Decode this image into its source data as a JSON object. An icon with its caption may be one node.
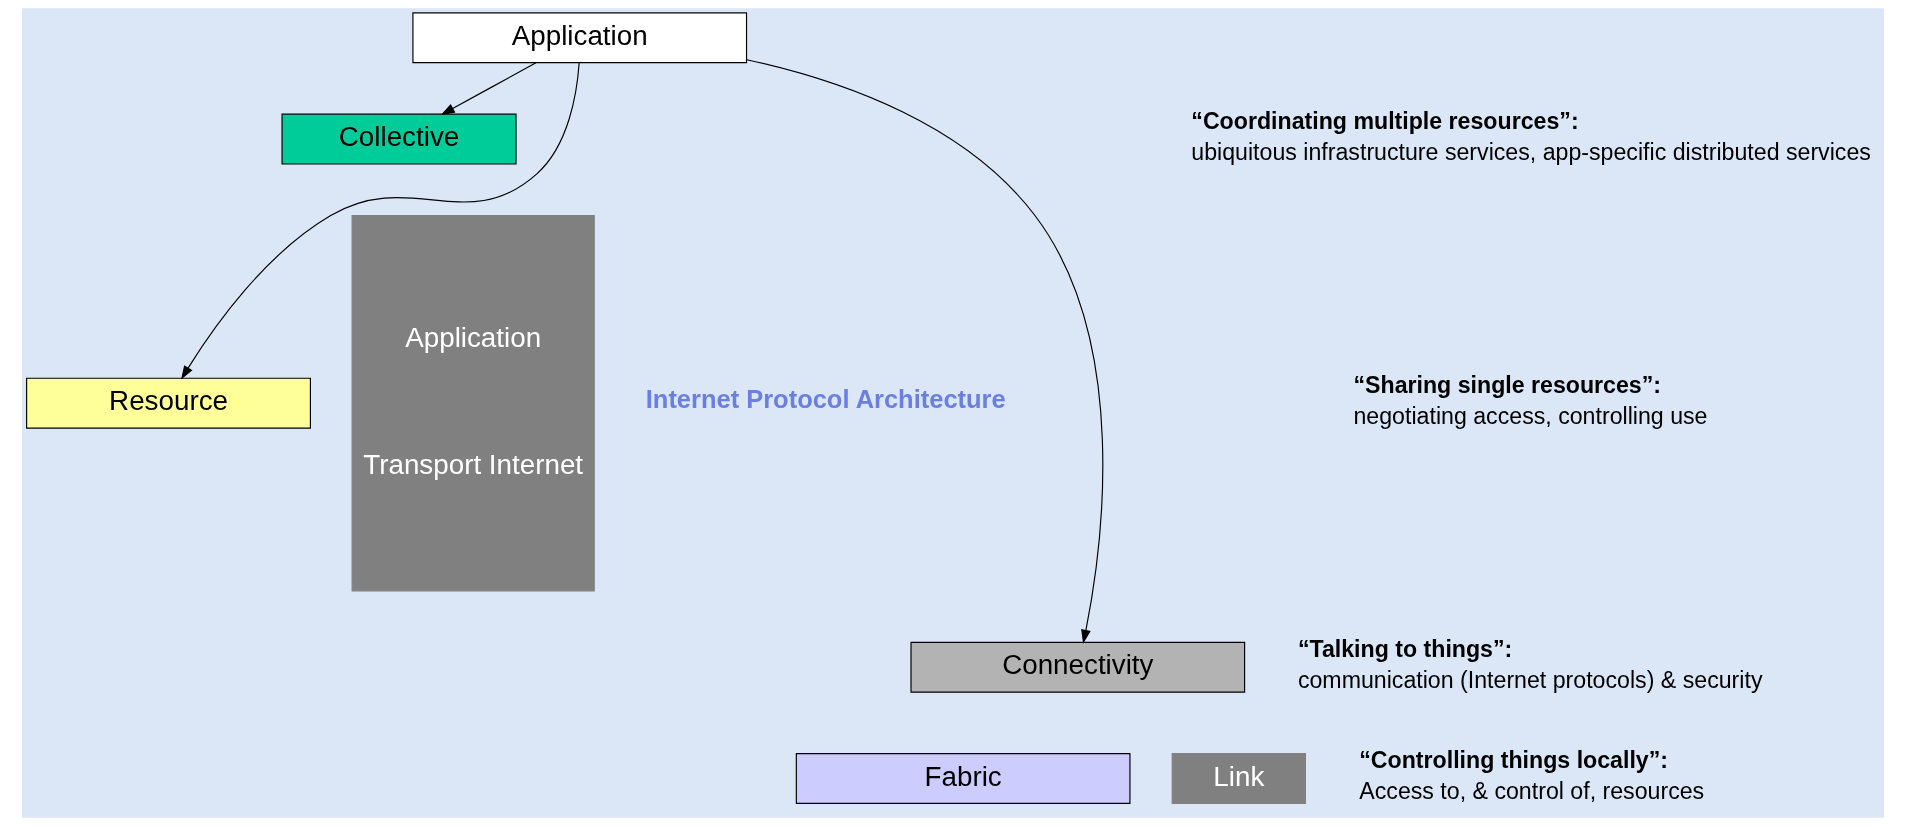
{
  "diagram": {
    "nodes": [
      {
        "text": [
          "Application"
        ]
      },
      {
        "text": [
          "Collective"
        ]
      },
      {
        "text": [
          "Resource"
        ]
      },
      {
        "text": [
          "Connectivity"
        ]
      },
      {
        "text": [
          "Fabric"
        ]
      },
      {
        "text": [
          "Application",
          "Transport Internet"
        ]
      },
      {
        "text": [
          "Link"
        ]
      }
    ],
    "edges": [
      {
        "from": 0,
        "to": 1,
        "arrow": "to"
      },
      {
        "from": 0,
        "to": 2,
        "arrow": "to"
      },
      {
        "from": 0,
        "to": 3,
        "arrow": "to"
      }
    ],
    "labels": [
      "“Coordinating multiple resources”:",
      "ubiquitous infrastructure services, app-specific distributed services",
      "“Sharing single resources”:",
      "negotiating access, controlling use",
      "“Talking to things”:",
      "communication (Internet protocols) & security",
      "“Controlling things locally”:",
      "Access to, & control of, resources",
      "Internet Protocol Architecture"
    ]
  }
}
